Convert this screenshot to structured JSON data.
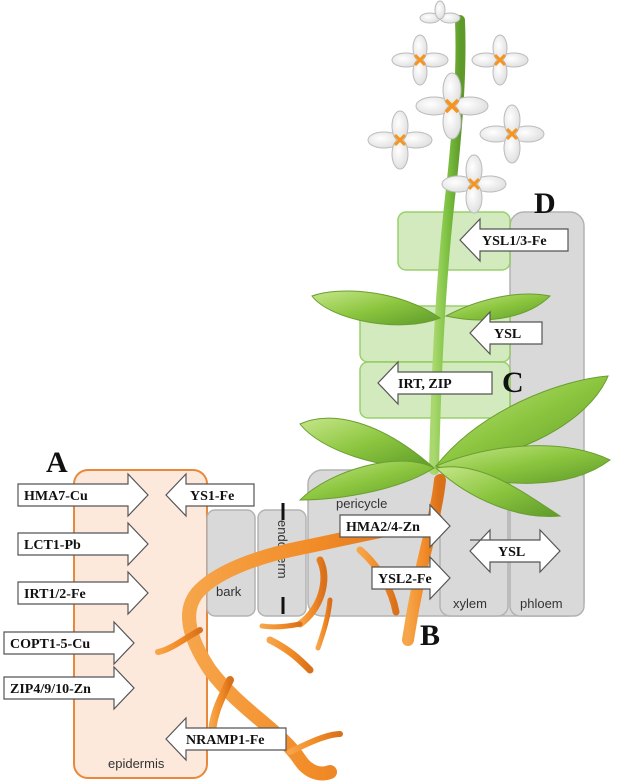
{
  "panels": {
    "A": "A",
    "B": "B",
    "C": "C",
    "D": "D"
  },
  "tissues": {
    "epidermis": "epidermis",
    "bark": "bark",
    "endoderm": "endoderm",
    "pericycle": "pericycle",
    "xylem": "xylem",
    "phloem": "phloem"
  },
  "transporters_epidermis_in": [
    "HMA7-Cu",
    "LCT1-Pb",
    "IRT1/2-Fe",
    "COPT1-5-Cu",
    "ZIP4/9/10-Zn"
  ],
  "transporters_epidermis_out": [
    "YS1-Fe",
    "NRAMP1-Fe"
  ],
  "transporters_root_stele": [
    "HMA2/4-Zn",
    "YSL2-Fe",
    "YSL"
  ],
  "transporters_shoot": [
    "YSL1/3-Fe",
    "YSL",
    "IRT, ZIP"
  ],
  "colors": {
    "epidermis_fill": "#fde8dc",
    "epidermis_stroke": "#e8883a",
    "tissue_fill": "#d9d9d9",
    "tissue_stroke": "#b3b3b3",
    "shoot_box_fill": "#cfe8b8",
    "shoot_box_stroke": "#8fcc5c",
    "root": "#f28c28",
    "leaf": "#8cc63f",
    "stem": "#7dc242",
    "petal": "#ffffff",
    "anther": "#f7941d"
  }
}
